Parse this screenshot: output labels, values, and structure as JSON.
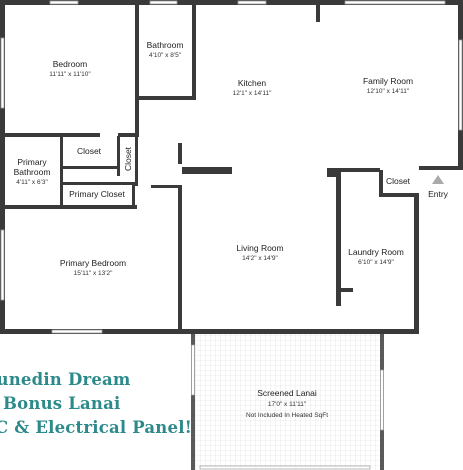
{
  "colors": {
    "wall": "#3a3a3a",
    "banner_text": "#2c8a8a",
    "entry_arrow": "#a9a9a9",
    "lanai_grid": "#d8d8d8"
  },
  "rooms": {
    "bedroom": {
      "name": "Bedroom",
      "dims": "11'11\" x 11'10\""
    },
    "bathroom": {
      "name": "Bathroom",
      "dims": "4'10\" x 8'5\""
    },
    "kitchen": {
      "name": "Kitchen",
      "dims": "12'1\" x 14'11\""
    },
    "family_room": {
      "name": "Family Room",
      "dims": "12'10\" x 14'11\""
    },
    "closet_top": {
      "name": "Closet"
    },
    "closet_vertical": {
      "name": "Closet"
    },
    "primary_bathroom": {
      "name_line1": "Primary",
      "name_line2": "Bathroom",
      "dims": "4'11\" x 6'3\""
    },
    "primary_closet": {
      "name": "Primary Closet"
    },
    "closet_right": {
      "name": "Closet"
    },
    "entry": {
      "name": "Entry"
    },
    "primary_bedroom": {
      "name": "Primary Bedroom",
      "dims": "15'11\" x 13'2\""
    },
    "living_room": {
      "name": "Living Room",
      "dims": "14'2\" x 14'9\""
    },
    "laundry_room": {
      "name": "Laundry Room",
      "dims": "6'10\" x 14'9\""
    },
    "screened_lanai": {
      "name": "Screened Lanai",
      "dims": "17'0\" x 11'11\"",
      "note": "Not Included In Heated SqFt"
    }
  },
  "banner": {
    "line1": "Dunedin Dream",
    "line2": "& Bonus Lanai",
    "line3": "AC & Electrical Panel!"
  }
}
